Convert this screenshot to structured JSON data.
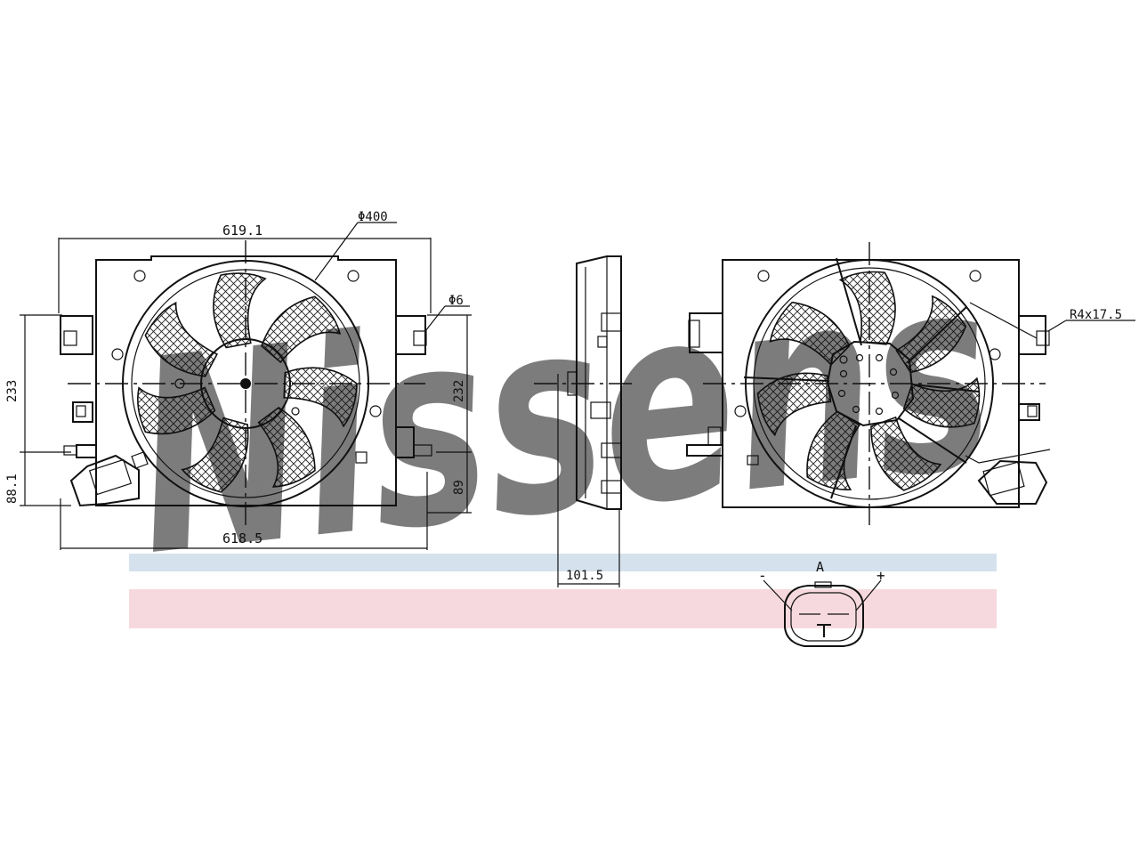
{
  "watermark": {
    "text": "Nissens",
    "color": "#c7d7e6"
  },
  "bands": {
    "blue": "#d5e2ee",
    "pink": "#f6d9de"
  },
  "dimensions": {
    "top_width": "619.1",
    "fan_diameter": "Φ400",
    "hole": "Φ6",
    "left_height": "233",
    "right_height": "232",
    "left_lower": "88.1",
    "right_lower": "89",
    "bottom_width": "618.5",
    "depth": "101.5",
    "radius": "R4x17.5"
  },
  "connector": {
    "label": "A",
    "minus": "-",
    "plus": "+"
  }
}
